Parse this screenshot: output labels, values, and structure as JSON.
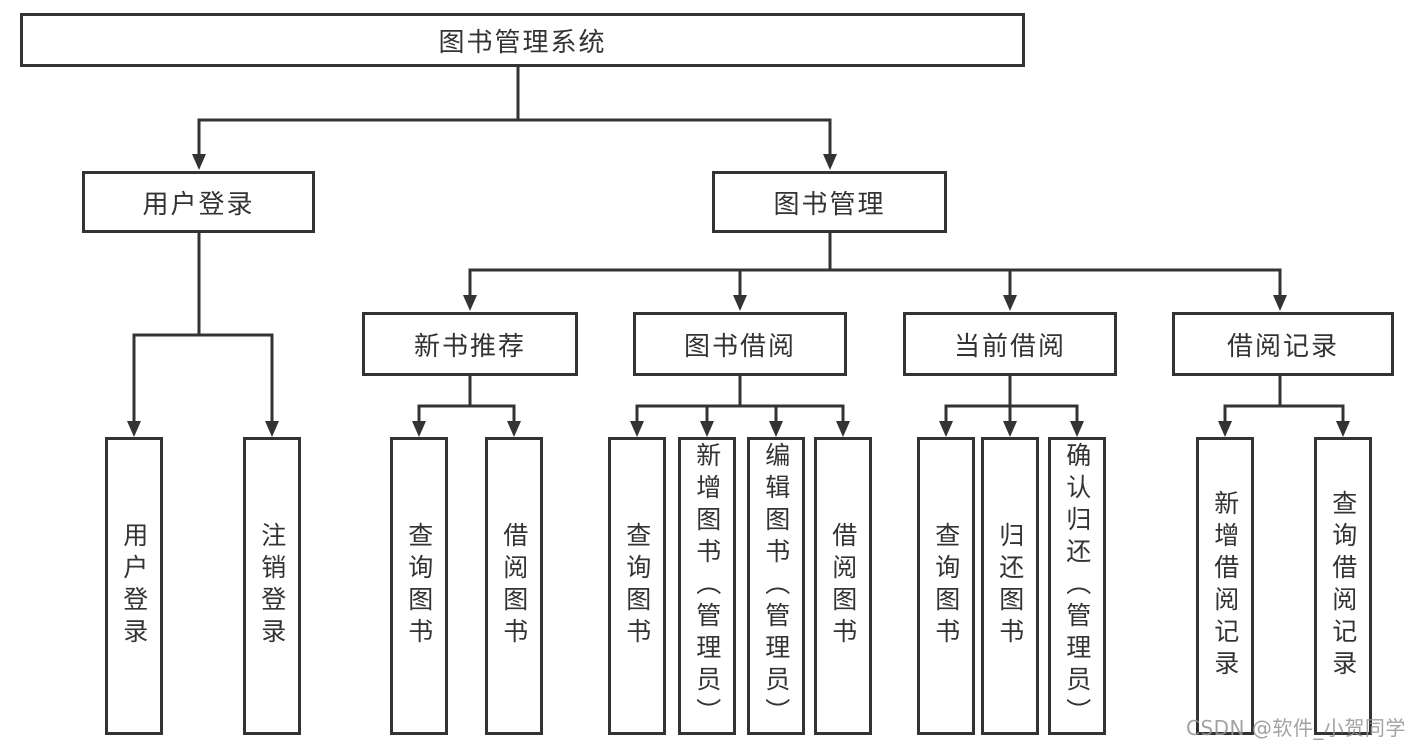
{
  "diagram": {
    "type": "hierarchy-structure-chart",
    "colors": {
      "line": "#333333",
      "box_border": "#333333",
      "text": "#333333",
      "background": "#ffffff",
      "watermark": "#969696"
    },
    "tree": {
      "label": "图书管理系统",
      "children": [
        {
          "label": "用户登录",
          "children": [
            {
              "label": "用户登录"
            },
            {
              "label": "注销登录"
            }
          ]
        },
        {
          "label": "图书管理",
          "children": [
            {
              "label": "新书推荐",
              "children": [
                {
                  "label": "查询图书"
                },
                {
                  "label": "借阅图书"
                }
              ]
            },
            {
              "label": "图书借阅",
              "children": [
                {
                  "label": "查询图书"
                },
                {
                  "label": "新增图书（管理员）"
                },
                {
                  "label": "编辑图书（管理员）"
                },
                {
                  "label": "借阅图书"
                }
              ]
            },
            {
              "label": "当前借阅",
              "children": [
                {
                  "label": "查询图书"
                },
                {
                  "label": "归还图书"
                },
                {
                  "label": "确认归还（管理员）"
                }
              ]
            },
            {
              "label": "借阅记录",
              "children": [
                {
                  "label": "新增借阅记录"
                },
                {
                  "label": "查询借阅记录"
                }
              ]
            }
          ]
        }
      ]
    }
  },
  "watermark": {
    "text": "CSDN @软件_小贺同学"
  }
}
